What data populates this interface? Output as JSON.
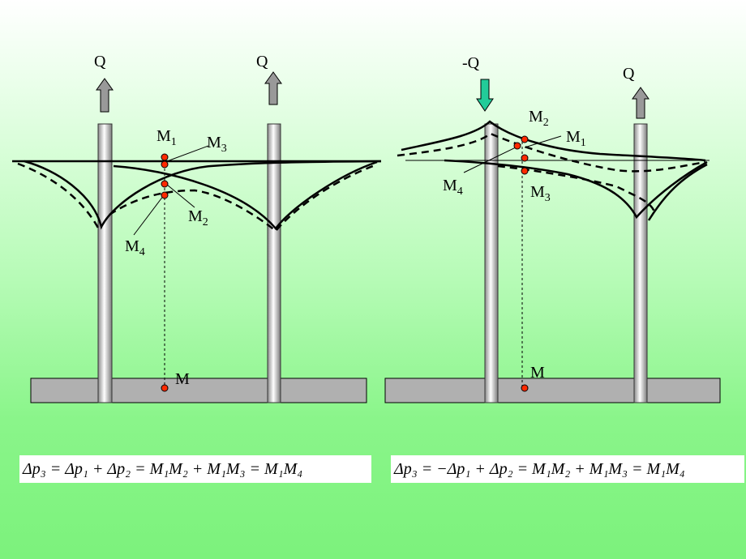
{
  "left": {
    "force_left": "Q",
    "force_right": "Q",
    "points": {
      "m1": {
        "main": "M",
        "sub": "1"
      },
      "m2": {
        "main": "M",
        "sub": "2"
      },
      "m3": {
        "main": "M",
        "sub": "3"
      },
      "m4": {
        "main": "M",
        "sub": "4"
      },
      "m": "M"
    },
    "formula": "Δp₃ = Δp₁ + Δp₂ = M₁M₂ + M₁M₃ = M₁M₄"
  },
  "right": {
    "force_left": "-Q",
    "force_right": "Q",
    "points": {
      "m1": {
        "main": "M",
        "sub": "1"
      },
      "m2": {
        "main": "M",
        "sub": "2"
      },
      "m3": {
        "main": "M",
        "sub": "3"
      },
      "m4": {
        "main": "M",
        "sub": "4"
      },
      "m": "M"
    },
    "formula": "Δp₃ = −Δp₁ + Δp₂ = M₁M₂ + M₁M₃ = M₁M₄"
  },
  "colors": {
    "point_fill": "#ff2a00",
    "injection_arrow": "#22cc99",
    "production_arrow": "#999999",
    "base": "#b0b0b0"
  },
  "icons": [
    "up-arrow-icon",
    "down-arrow-icon"
  ]
}
